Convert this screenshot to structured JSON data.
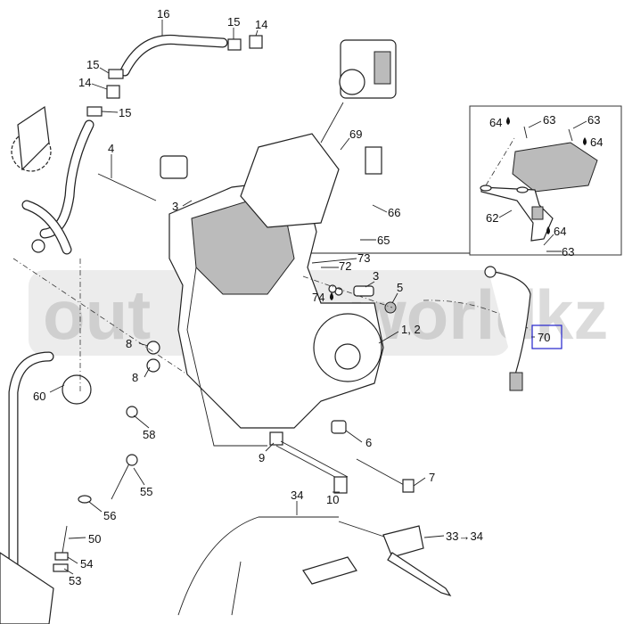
{
  "diagram": {
    "watermark": "outdoorworld.kz",
    "callouts": {
      "c16": "16",
      "c15a": "15",
      "c14a": "14",
      "c15b": "15",
      "c14b": "14",
      "c15c": "15",
      "c4": "4",
      "c69": "69",
      "c66": "66",
      "c3a": "3",
      "c65": "65",
      "c73": "73",
      "c72": "72",
      "c3b": "3",
      "c5": "5",
      "c74": "74",
      "c12": "1, 2",
      "c70": "70",
      "c8a": "8",
      "c8b": "8",
      "c60": "60",
      "c58": "58",
      "c9": "9",
      "c6": "6",
      "c7": "7",
      "c10": "10",
      "c34": "34",
      "c55": "55",
      "c56": "56",
      "c50": "50",
      "c54": "54",
      "c53": "53",
      "c3334": "33→34"
    },
    "inset": {
      "c64a": "64",
      "c63a": "63",
      "c63b": "63",
      "c64b": "64",
      "c62": "62",
      "c64c": "64",
      "c63c": "63"
    },
    "highlight_color": "#2222cc"
  }
}
